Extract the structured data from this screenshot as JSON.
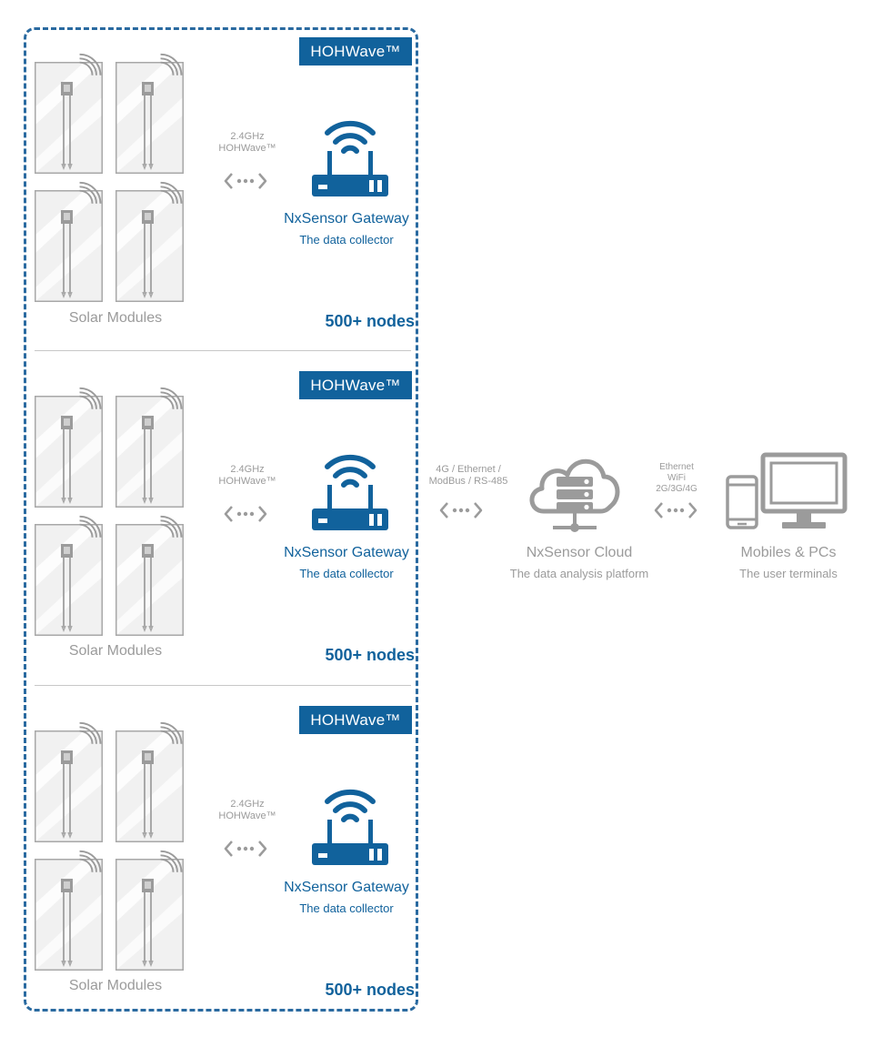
{
  "colors": {
    "brand_blue": "#11629c",
    "gray": "#9b9b9b",
    "panel_border": "#a8a8a8"
  },
  "groups": [
    {
      "badge": "HOHWave™",
      "protocol_line1": "2.4GHz",
      "protocol_line2": "HOHWave™",
      "gateway_title": "NxSensor Gateway",
      "gateway_subtitle": "The data collector",
      "modules_label": "Solar Modules",
      "nodes": "500+ nodes"
    },
    {
      "badge": "HOHWave™",
      "protocol_line1": "2.4GHz",
      "protocol_line2": "HOHWave™",
      "gateway_title": "NxSensor Gateway",
      "gateway_subtitle": "The data collector",
      "modules_label": "Solar Modules",
      "nodes": "500+ nodes"
    },
    {
      "badge": "HOHWave™",
      "protocol_line1": "2.4GHz",
      "protocol_line2": "HOHWave™",
      "gateway_title": "NxSensor Gateway",
      "gateway_subtitle": "The data collector",
      "modules_label": "Solar Modules",
      "nodes": "500+ nodes"
    }
  ],
  "uplink": {
    "line1": "4G / Ethernet /",
    "line2": "ModBus / RS-485"
  },
  "cloud": {
    "title": "NxSensor Cloud",
    "subtitle": "The data analysis platform"
  },
  "terminal_link": {
    "line1": "Ethernet",
    "line2": "WiFi",
    "line3": "2G/3G/4G"
  },
  "terminals": {
    "title": "Mobiles & PCs",
    "subtitle": "The user terminals"
  },
  "icons": [
    "solar-panel-icon",
    "wifi-signal-icon",
    "gateway-router-icon",
    "bidirectional-arrow-icon",
    "cloud-server-icon",
    "smartphone-icon",
    "monitor-icon"
  ]
}
